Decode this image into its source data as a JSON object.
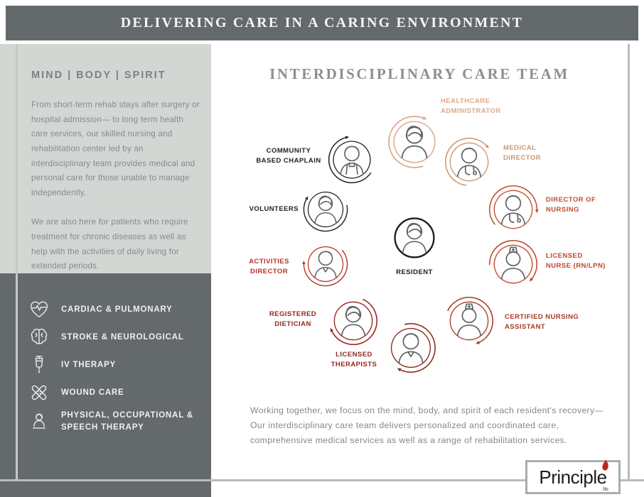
{
  "banner": {
    "title": "DELIVERING CARE IN A CARING ENVIRONMENT"
  },
  "sidebar": {
    "heading": "MIND | BODY | SPIRIT",
    "paragraph1": "From short-term rehab stays after surgery or hospital admission— to long term health care services, our skilled nursing and rehabilitation center led by an interdisciplinary team provides medical and personal care for those unable to manage independently.",
    "paragraph2": "We are also here for patients who require treatment for chronic diseases as well as help with the activities of daily living for extended periods.",
    "services": [
      {
        "icon": "heart-pulse-icon",
        "label": "CARDIAC & PULMONARY"
      },
      {
        "icon": "brain-icon",
        "label": "STROKE & NEUROLOGICAL"
      },
      {
        "icon": "iv-drip-icon",
        "label": "IV THERAPY"
      },
      {
        "icon": "crossed-bandages-icon",
        "label": "WOUND CARE"
      },
      {
        "icon": "therapy-person-icon",
        "label": "PHYSICAL, OCCUPATIONAL & SPEECH THERAPY"
      }
    ]
  },
  "diagram": {
    "title": "INTERDISCIPLINARY CARE TEAM",
    "center": {
      "label": "RESIDENT",
      "color": "#1e1e1e"
    },
    "roles": [
      {
        "label": "HEALTHCARE ADMINISTRATOR",
        "color": "#d9a98b"
      },
      {
        "label": "MEDICAL DIRECTOR",
        "color": "#cd9671"
      },
      {
        "label": "DIRECTOR OF NURSING",
        "color": "#c24e30"
      },
      {
        "label": "LICENSED NURSE (RN/LPN)",
        "color": "#c1462b"
      },
      {
        "label": "CERTIFIED NURSING ASSISTANT",
        "color": "#a63a26"
      },
      {
        "label": "LICENSED THERAPISTS",
        "color": "#8e2b1f"
      },
      {
        "label": "REGISTERED DIETICIAN",
        "color": "#97231c"
      },
      {
        "label": "ACTIVITIES DIRECTOR",
        "color": "#b33428"
      },
      {
        "label": "VOLUNTEERS",
        "color": "#222222"
      },
      {
        "label": "COMMUNITY BASED CHAPLAIN",
        "color": "#222222"
      }
    ]
  },
  "footer": {
    "text": "Working together, we focus on the mind, body, and spirit of each resident's recovery— Our interdisciplinary care team delivers personalized and coordinated care, comprehensive medical services as well as a range of rehabilitation services."
  },
  "logo": {
    "text": "Principle",
    "suffix": "ltc"
  },
  "colors": {
    "banner_background": "#64696b",
    "sidebar_light_background": "#d3d6d2",
    "sidebar_dark_background": "#64696b",
    "frame_line": "#b8bcbc",
    "logo_accent_red": "#c2201f"
  }
}
